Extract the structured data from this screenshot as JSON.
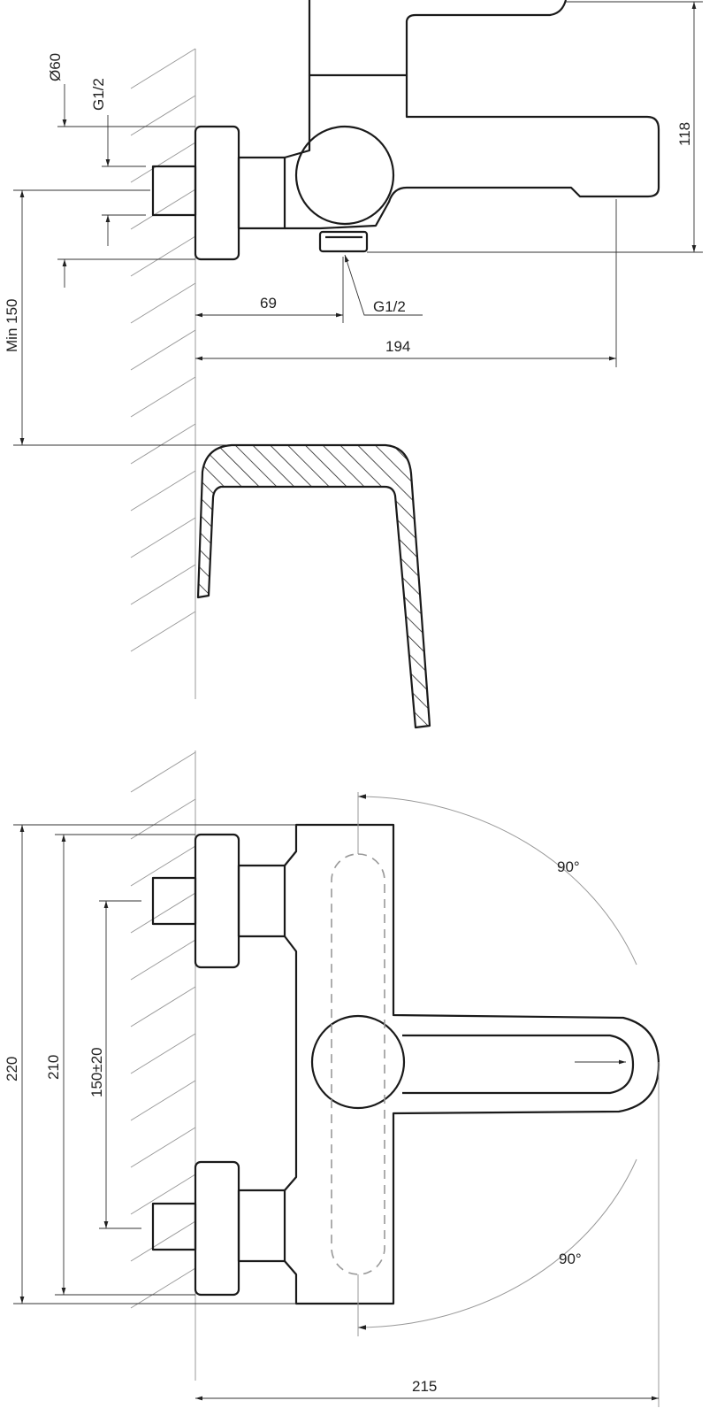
{
  "drawing": {
    "side_view": {
      "dim_diameter": "Ø60",
      "dim_inlet_thread": "G1/2",
      "dim_min_height": "Min 150",
      "dim_height": "118",
      "dim_outlet_offset": "69",
      "dim_spout_reach": "194",
      "dim_outlet_thread": "G1/2"
    },
    "top_view": {
      "dim_total_height": "220",
      "dim_body_height": "210",
      "dim_inlet_spacing": "150±20",
      "dim_total_depth": "215",
      "angle_upper": "90°",
      "angle_lower": "90°"
    }
  }
}
